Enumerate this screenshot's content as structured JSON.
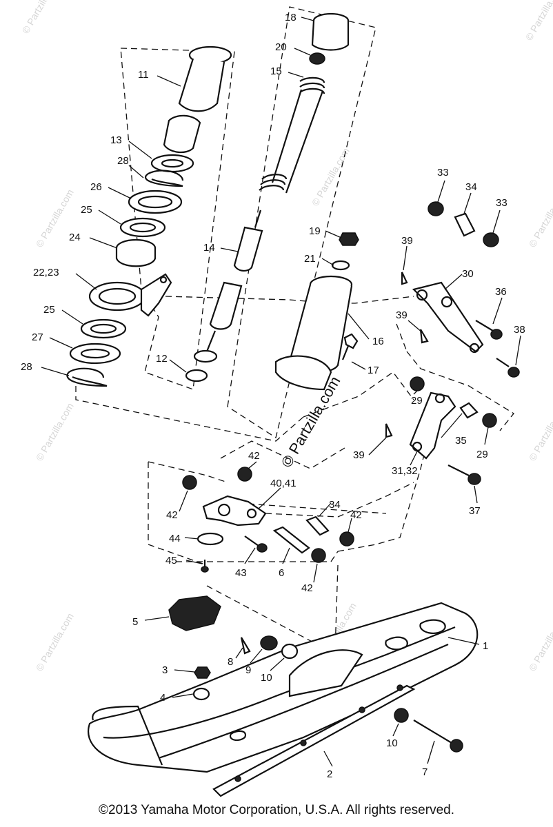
{
  "copyright": "©2013 Yamaha Motor Corporation, U.S.A. All rights reserved.",
  "watermark": "© Partzilla.com",
  "part_labels": [
    "1",
    "2",
    "3",
    "4",
    "5",
    "6",
    "7",
    "8",
    "9",
    "10",
    "10",
    "11",
    "12",
    "13",
    "14",
    "15",
    "16",
    "17",
    "18",
    "19",
    "20",
    "21",
    "22,23",
    "24",
    "25",
    "25",
    "26",
    "27",
    "28",
    "28",
    "29",
    "29",
    "30",
    "31,32",
    "33",
    "33",
    "34",
    "34",
    "35",
    "36",
    "37",
    "38",
    "39",
    "39",
    "39",
    "40,41",
    "42",
    "42",
    "42",
    "42",
    "43",
    "44",
    "45"
  ]
}
